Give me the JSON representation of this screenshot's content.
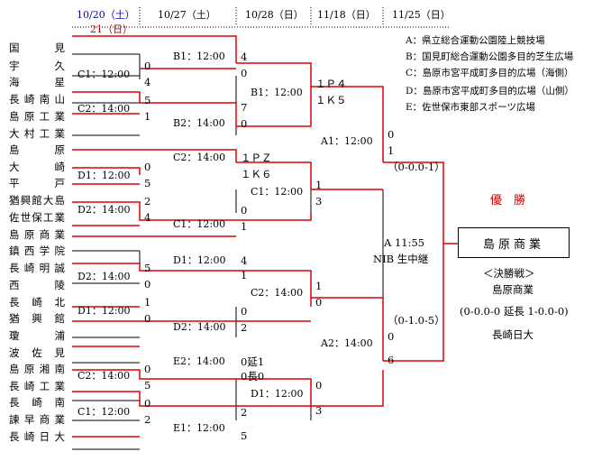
{
  "header": {
    "d1": "10/20",
    "d1_day": "（土）",
    "d1b": "21（日）",
    "d2": "10/27（土）",
    "d3": "10/28（日）",
    "d4": "11/18（日）",
    "d5": "11/25（日）",
    "colors": {
      "blue": "#0000cc",
      "red": "#cc0000"
    }
  },
  "teams": [
    "国　見",
    "宇　久",
    "海　星",
    "長崎南山",
    "島原工業",
    "大村工業",
    "島　原",
    "大　崎",
    "平　戸",
    "猶興館大島",
    "佐世保工業",
    "島原商業",
    "鎮西学院",
    "長崎明誠",
    "西　陵",
    "長　崎　北",
    "猶　興　館",
    "瓊　浦",
    "波　佐　見",
    "島原湘南",
    "長崎工業",
    "長　崎　南",
    "諫早商業",
    "長崎日大"
  ],
  "r1": [
    {
      "slot": "C1：12:00",
      "s1": "0",
      "s2": "4"
    },
    {
      "slot": "C2：14:00",
      "s1": "5",
      "s2": "1"
    },
    {
      "slot": "D1：12:00",
      "s1": "0",
      "s2": "5"
    },
    {
      "slot": "D2：14:00",
      "s1": "2",
      "s2": "4"
    },
    {
      "slot": "D2：14:00",
      "s1": "5",
      "s2": "0"
    },
    {
      "slot": "D1：12:00",
      "s1": "1",
      "s2": "0"
    },
    {
      "slot": "C2：14:00",
      "s1": "0",
      "s2": "5"
    },
    {
      "slot": "C1：12:00",
      "s1": "0",
      "s2": "2"
    }
  ],
  "r2": [
    {
      "slot": "B1：12:00",
      "s1": "4",
      "s2": "0"
    },
    {
      "slot": "B2：14:00",
      "s1": "7",
      "s2": "0"
    },
    {
      "slot": "C2：14:00",
      "s1": "１ＰＺ",
      "s2": "１Ｋ６"
    },
    {
      "slot": "C1：12:00",
      "s1": "0",
      "s2": "1"
    },
    {
      "slot": "D1：12:00",
      "s1": "4",
      "s2": "1"
    },
    {
      "slot": "D2：14:00",
      "s1": "0",
      "s2": "2"
    },
    {
      "slot": "E2：14:00",
      "s1": "0延1",
      "s2": "0長0"
    },
    {
      "slot": "E1：12:00",
      "s1": "2",
      "s2": "5"
    }
  ],
  "r3": [
    {
      "slot": "B1：12:00",
      "s1": "１Ｐ４",
      "s2": "１Ｋ５"
    },
    {
      "slot": "C1：12:00",
      "s1": "1",
      "s2": "3"
    },
    {
      "slot": "C2：14:00",
      "s1": "1",
      "s2": "0"
    },
    {
      "slot": "D1：12:00",
      "s1": "0",
      "s2": "3"
    }
  ],
  "r4": [
    {
      "slot": "A1：12:00",
      "s1": "0",
      "s2": "1",
      "note": "（0-0.0-1）"
    },
    {
      "slot": "A2：14:00",
      "s1": "0",
      "s2": "6",
      "note": "（0-1.0-5）"
    }
  ],
  "final": {
    "time": "A 11:55",
    "broadcast": "NIB 生中継",
    "champion_label": "優　勝",
    "champion": "島原商業",
    "title": "＜決勝戦＞",
    "team1": "島原商業",
    "score": "(0-0.0-0 延長 1-0.0-0)",
    "team2": "長崎日大"
  },
  "legend": [
    "A：県立総合運動公園陸上競技場",
    "B：国見町総合運動公園多目的芝生広場",
    "C：島原市宮平成町多目的広場（海側）",
    "D：島原市宮平成町多目的広場（山側）",
    "E：佐世保市東部スポーツ広場"
  ]
}
